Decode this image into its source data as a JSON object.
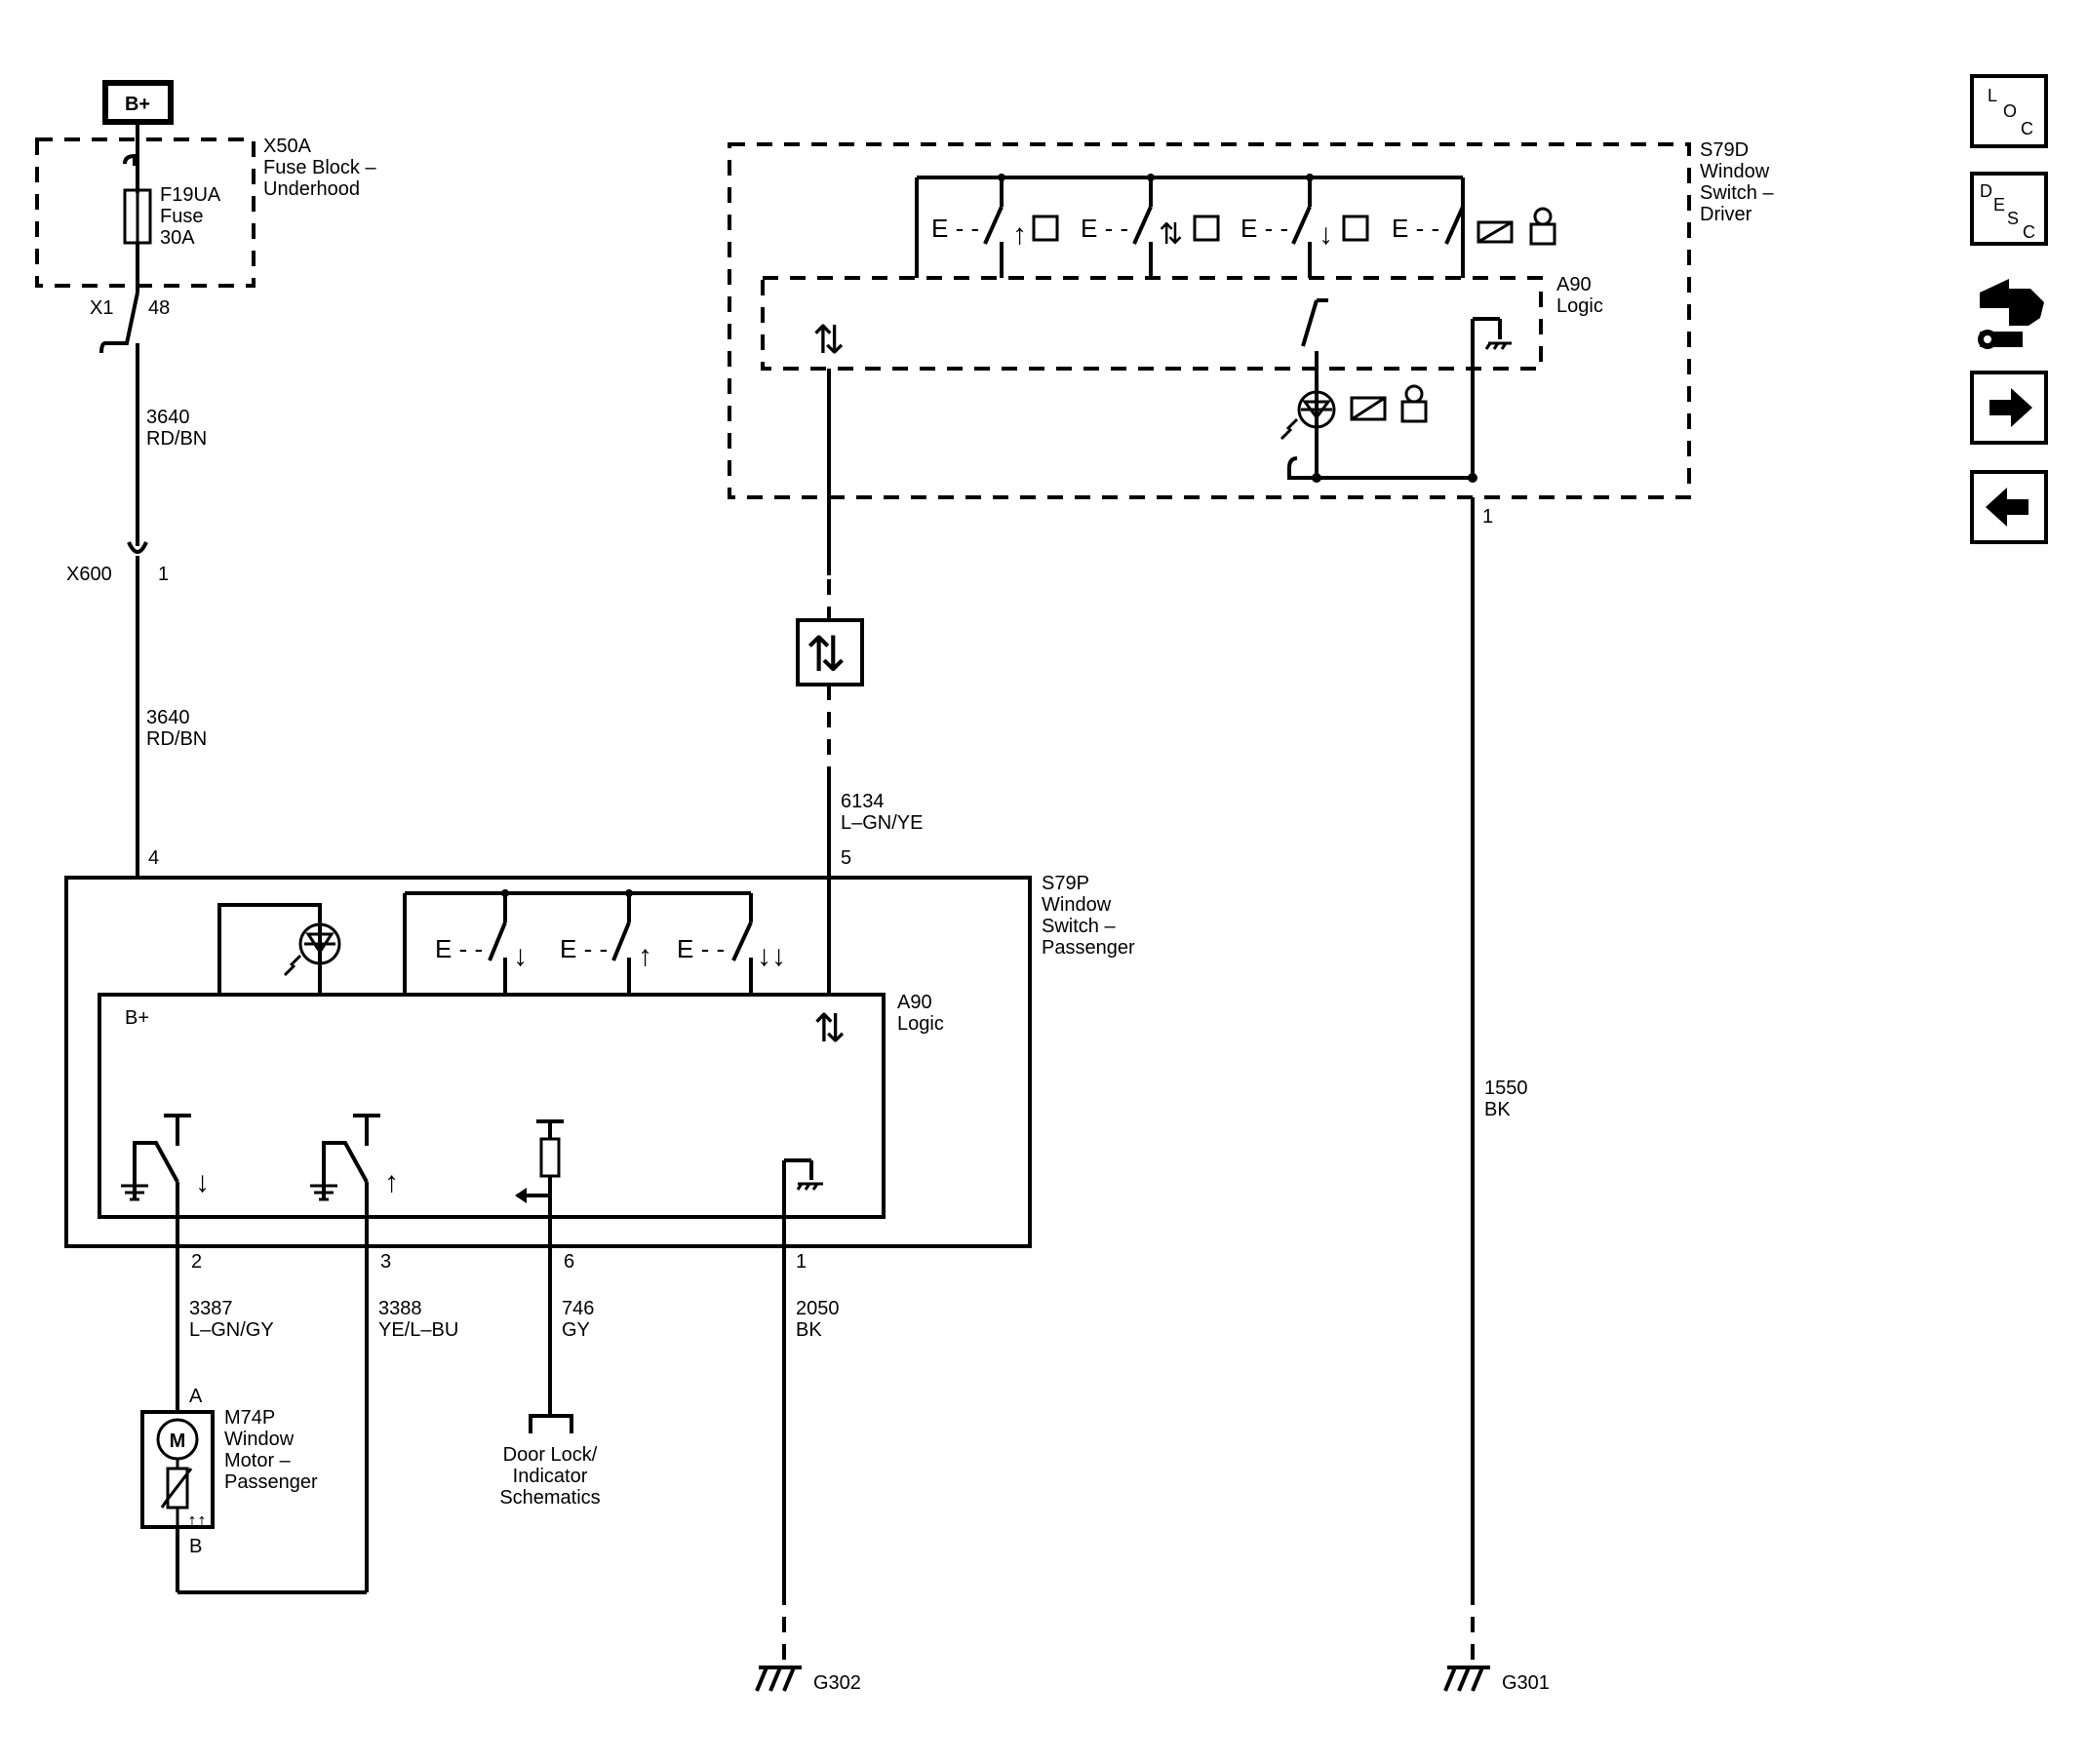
{
  "power": {
    "source": "B+"
  },
  "fuse_block": {
    "connector_id": "X50A",
    "name_line1": "Fuse Block –",
    "name_line2": "Underhood",
    "fuse_id": "F19UA",
    "fuse_word": "Fuse",
    "fuse_rating": "30A",
    "out_connector": "X1",
    "out_pin": "48"
  },
  "wires": {
    "w3640_upper": {
      "circuit": "3640",
      "color": "RD/BN"
    },
    "w3640_lower": {
      "circuit": "3640",
      "color": "RD/BN"
    },
    "w6134": {
      "circuit": "6134",
      "color": "L–GN/YE"
    },
    "w1550": {
      "circuit": "1550",
      "color": "BK"
    },
    "w3387": {
      "circuit": "3387",
      "color": "L–GN/GY"
    },
    "w3388": {
      "circuit": "3388",
      "color": "YE/L–BU"
    },
    "w746": {
      "circuit": "746",
      "color": "GY"
    },
    "w2050": {
      "circuit": "2050",
      "color": "BK"
    }
  },
  "inline_connector": {
    "id": "X600",
    "pin": "1"
  },
  "driver_switch": {
    "id": "S79D",
    "line1": "Window",
    "line2": "Switch –",
    "line3": "Driver",
    "logic_id": "A90",
    "logic_word": "Logic",
    "ground_pin": "1"
  },
  "passenger_switch": {
    "id": "S79P",
    "line1": "Window",
    "line2": "Switch –",
    "line3": "Passenger",
    "logic_id": "A90",
    "logic_word": "Logic",
    "bplus_label": "B+",
    "pin_power": "4",
    "pin_data": "5",
    "pin_motor_a": "2",
    "pin_motor_b": "3",
    "pin_lock": "6",
    "pin_ground": "1"
  },
  "motor": {
    "id": "M74P",
    "line1": "Window",
    "line2": "Motor –",
    "line3": "Passenger",
    "symbol": "M",
    "pin_a": "A",
    "pin_b": "B"
  },
  "door_lock_ref": {
    "line1": "Door Lock/",
    "line2": "Indicator",
    "line3": "Schematics"
  },
  "grounds": {
    "g302": "G302",
    "g301": "G301"
  },
  "nav_buttons": [
    {
      "icon": "location-icon",
      "top": "L",
      "mid": "O",
      "bot": "C"
    },
    {
      "icon": "description-icon",
      "top": "D",
      "mid": "E",
      "bot": "S",
      "end": "C"
    },
    {
      "icon": "connector-wrench-icon"
    },
    {
      "icon": "arrow-right-icon"
    },
    {
      "icon": "arrow-left-icon"
    }
  ]
}
